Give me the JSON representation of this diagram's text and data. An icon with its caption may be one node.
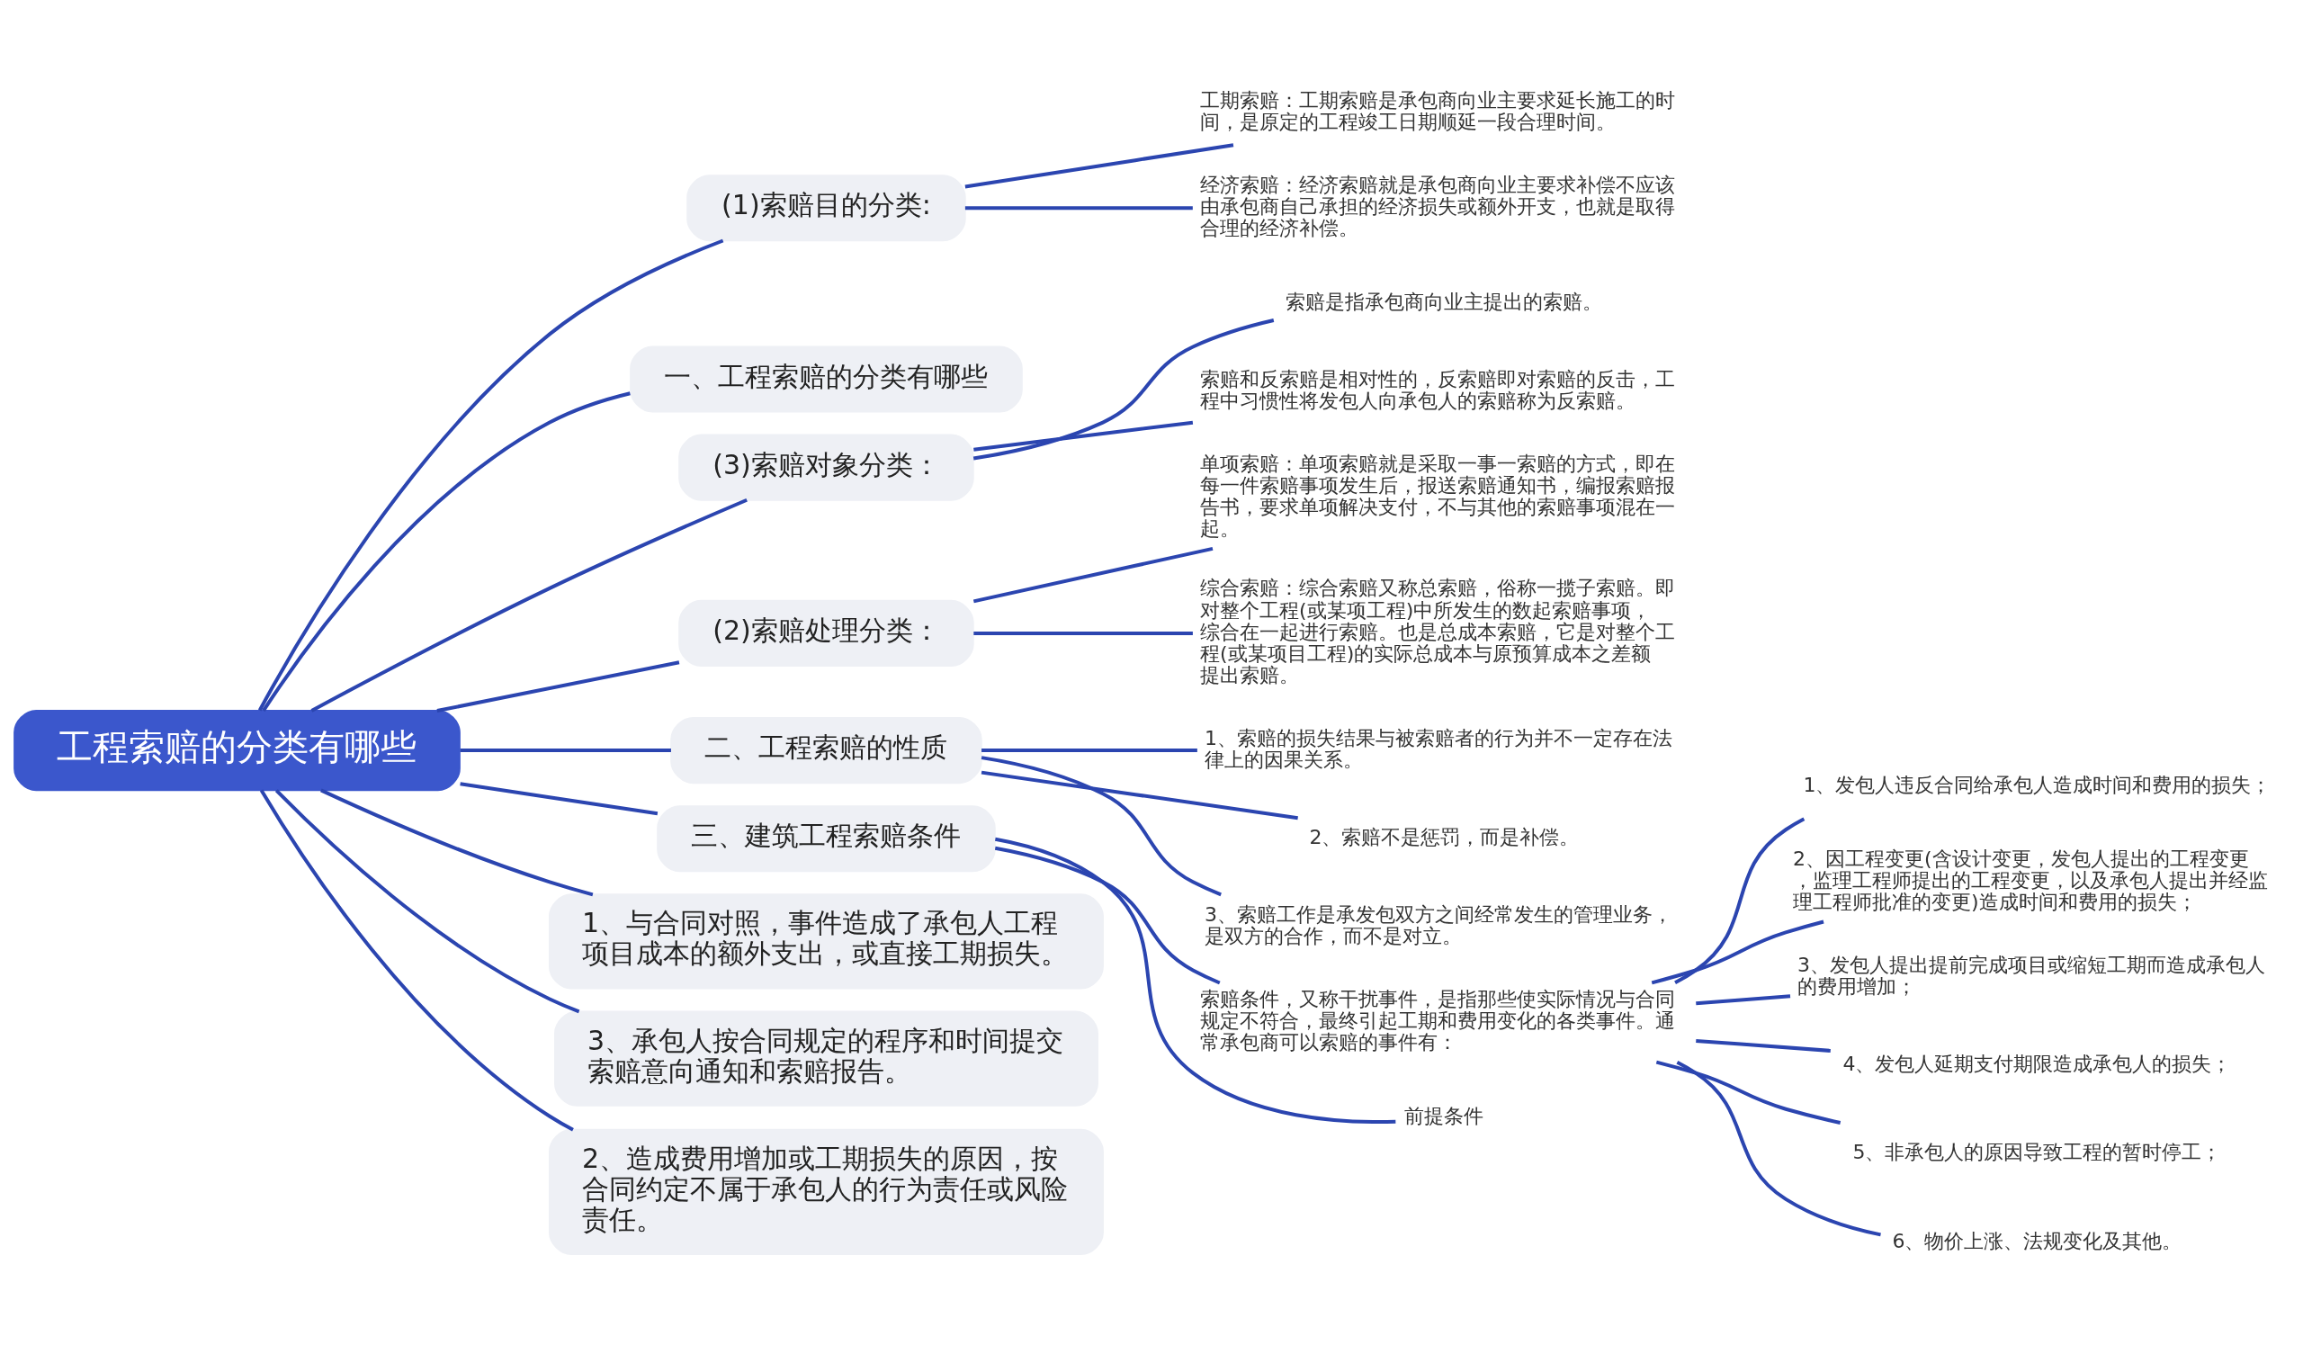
{
  "diagram": {
    "nodes": [
      {
        "text": [
          "工程索赔的分类有哪些"
        ]
      },
      {
        "text": [
          "(1)索赔目的分类:"
        ]
      },
      {
        "text": [
          "工期索赔：工期索赔是承包商向业主要求延长施工的时间，是原定的工程竣工日期顺延一段合理时间。"
        ]
      },
      {
        "text": [
          "经济索赔：经济索赔就是承包商向业主要求补偿不应该由承包商自己承担的经济损失或额外开支，也就是取得合理的经济补偿。"
        ]
      },
      {
        "text": [
          "一、工程索赔的分类有哪些"
        ]
      },
      {
        "text": [
          "(3)索赔对象分类："
        ]
      },
      {
        "text": [
          "索赔是指承包商向业主提出的索赔。"
        ]
      },
      {
        "text": [
          "索赔和反索赔是相对性的，反索赔即对索赔的反击，工程中习惯性将发包人向承包人的索赔称为反索赔。"
        ]
      },
      {
        "text": [
          "(2)索赔处理分类："
        ]
      },
      {
        "text": [
          "单项索赔：单项索赔就是采取一事一索赔的方式，即在每一件索赔事项发生后，报送索赔通知书，编报索赔报告书，要求单项解决支付，不与其他的索赔事项混在一起。"
        ]
      },
      {
        "text": [
          "综合索赔：综合索赔又称总索赔，俗称一揽子索赔。即对整个工程(或某项工程)中所发生的数起索赔事项，综合在一起进行索赔。也是总成本索赔，它是对整个工程(或某项目工程)的实际总成本与原预算成本之差额提出索赔。"
        ]
      },
      {
        "text": [
          "二、工程索赔的性质"
        ]
      },
      {
        "text": [
          "1、索赔的损失结果与被索赔者的行为并不一定存在法律上的因果关系。"
        ]
      },
      {
        "text": [
          "2、索赔不是惩罚，而是补偿。"
        ]
      },
      {
        "text": [
          "3、索赔工作是承发包双方之间经常发生的管理业务，是双方的合作，而不是对立。"
        ]
      },
      {
        "text": [
          "三、建筑工程索赔条件"
        ]
      },
      {
        "text": [
          "索赔条件，又称干扰事件，是指那些使实际情况与合同规定不符合，最终引起工期和费用变化的各类事件。通常承包商可以索赔的事件有："
        ]
      },
      {
        "text": [
          "1、发包人违反合同给承包人造成时间和费用的损失；"
        ]
      },
      {
        "text": [
          "2、因工程变更(含设计变更，发包人提出的工程变更，监理工程师提出的工程变更，以及承包人提出并经监理工程师批准的变更)造成时间和费用的损失；"
        ]
      },
      {
        "text": [
          "3、发包人提出提前完成项目或缩短工期而造成承包人的费用增加；"
        ]
      },
      {
        "text": [
          "4、发包人延期支付期限造成承包人的损失；"
        ]
      },
      {
        "text": [
          "5、非承包人的原因导致工程的暂时停工；"
        ]
      },
      {
        "text": [
          "6、物价上涨、法规变化及其他。"
        ]
      },
      {
        "text": [
          "前提条件"
        ]
      },
      {
        "text": [
          "1、与合同对照，事件造成了承包人工程项目成本的额外支出，或直接工期损失。"
        ]
      },
      {
        "text": [
          "3、承包人按合同规定的程序和时间提交索赔意向通知和索赔报告。"
        ]
      },
      {
        "text": [
          "2、造成费用增加或工期损失的原因，按合同约定不属于承包人的行为责任或风险责任。"
        ]
      }
    ],
    "edges": [
      {
        "from": 0,
        "to": 1,
        "arrow": "none"
      },
      {
        "from": 1,
        "to": 2,
        "arrow": "none"
      },
      {
        "from": 1,
        "to": 3,
        "arrow": "none"
      },
      {
        "from": 0,
        "to": 4,
        "arrow": "none"
      },
      {
        "from": 0,
        "to": 5,
        "arrow": "none"
      },
      {
        "from": 5,
        "to": 6,
        "arrow": "none"
      },
      {
        "from": 5,
        "to": 7,
        "arrow": "none"
      },
      {
        "from": 0,
        "to": 8,
        "arrow": "none"
      },
      {
        "from": 8,
        "to": 9,
        "arrow": "none"
      },
      {
        "from": 8,
        "to": 10,
        "arrow": "none"
      },
      {
        "from": 0,
        "to": 11,
        "arrow": "none"
      },
      {
        "from": 11,
        "to": 12,
        "arrow": "none"
      },
      {
        "from": 11,
        "to": 13,
        "arrow": "none"
      },
      {
        "from": 11,
        "to": 14,
        "arrow": "none"
      },
      {
        "from": 0,
        "to": 15,
        "arrow": "none"
      },
      {
        "from": 15,
        "to": 16,
        "arrow": "none"
      },
      {
        "from": 16,
        "to": 17,
        "arrow": "none"
      },
      {
        "from": 16,
        "to": 18,
        "arrow": "none"
      },
      {
        "from": 16,
        "to": 19,
        "arrow": "none"
      },
      {
        "from": 16,
        "to": 20,
        "arrow": "none"
      },
      {
        "from": 16,
        "to": 21,
        "arrow": "none"
      },
      {
        "from": 16,
        "to": 22,
        "arrow": "none"
      },
      {
        "from": 15,
        "to": 23,
        "arrow": "none"
      },
      {
        "from": 0,
        "to": 24,
        "arrow": "none"
      },
      {
        "from": 0,
        "to": 25,
        "arrow": "none"
      },
      {
        "from": 0,
        "to": 26,
        "arrow": "none"
      }
    ]
  }
}
